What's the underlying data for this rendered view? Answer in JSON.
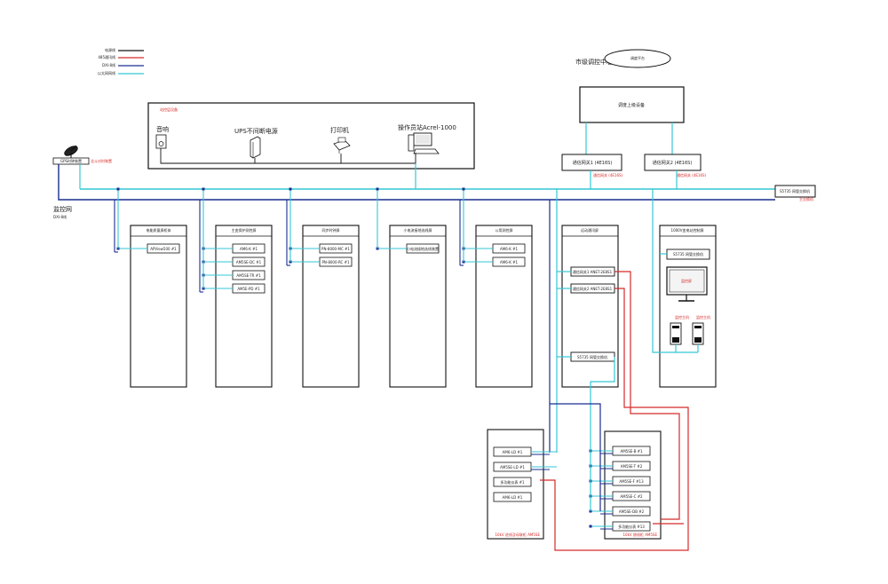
{
  "legend": {
    "items": [
      {
        "label": "电源线",
        "color": "#111111"
      },
      {
        "label": "485通讯线",
        "color": "#d62a2a"
      },
      {
        "label": "DXI-8线",
        "color": "#1a2d8f"
      },
      {
        "label": "以太网网线",
        "color": "#34c7d4"
      }
    ]
  },
  "center": {
    "label": "市级调控中心",
    "cloud": "调度平台"
  },
  "dispatch_equipment": "调度上级设备",
  "gateways": [
    {
      "label": "通信网关1 (4E16S)",
      "note": "通信网关 (4E16S)"
    },
    {
      "label": "通信网关2 (4E16S)",
      "note": "通信网关 (4E16S)"
    }
  ],
  "core_switch": {
    "label": "S5735 网管交换机",
    "note": "主交换机"
  },
  "monitoring": {
    "label": "监控网",
    "sub": "DXI-8线",
    "device": "GPS时钟装置",
    "device_note": "北斗对时装置"
  },
  "station_room": {
    "tag": "站控层设备",
    "items": [
      {
        "label": "音响"
      },
      {
        "label": "UPS不间断电源"
      },
      {
        "label": "打印机"
      },
      {
        "label": "操作员站Acrel-1000"
      }
    ]
  },
  "cabinets": [
    {
      "title": "电能质量屏柜体",
      "devices": [
        "APView500 #1"
      ]
    },
    {
      "title": "主变保护测控屏",
      "devices": [
        "AM6-K #1",
        "AM5SE-DC #1",
        "AM5SE-TR #1",
        "AM5E-PD #1"
      ]
    },
    {
      "title": "同步时钟屏",
      "devices": [
        "PN-8000-MC #1",
        "PN-8000-RC #1"
      ]
    },
    {
      "title": "小电流接地选线屏",
      "devices": [
        "小电流接地选线装置"
      ]
    },
    {
      "title": "公用测控屏",
      "devices": [
        "AM6-K #1",
        "AM6-K #1"
      ]
    }
  ],
  "comm_cabinet": {
    "title": "远动通讯屏",
    "devices": [
      "通信网关1 ANET-2E8S1",
      "通信网关2 ANET-2E8S1",
      "S5735 网管交换机"
    ]
  },
  "video_cabinet": {
    "title": "1000V变电站控制屏",
    "switch": "S5735 网管交换机",
    "monitor_label": "监控屏",
    "host1": "监控主机",
    "host2": "监控主机"
  },
  "field_left": {
    "devices": [
      "AM6-LD #1",
      "AM5SE-LD #1",
      "多功能仪表 #1",
      "AM6-LD #1"
    ],
    "note": "10kV 进线及母联柜 AM5SE"
  },
  "field_right": {
    "devices": [
      "AM5SE-B #1",
      "AM5SE-T #2",
      "AM5SE-F #13",
      "AM5SE-C #2",
      "AM5SE-DB #2",
      "多功能仪表 #13"
    ],
    "note": "10kV 馈线柜 AM5SE"
  }
}
